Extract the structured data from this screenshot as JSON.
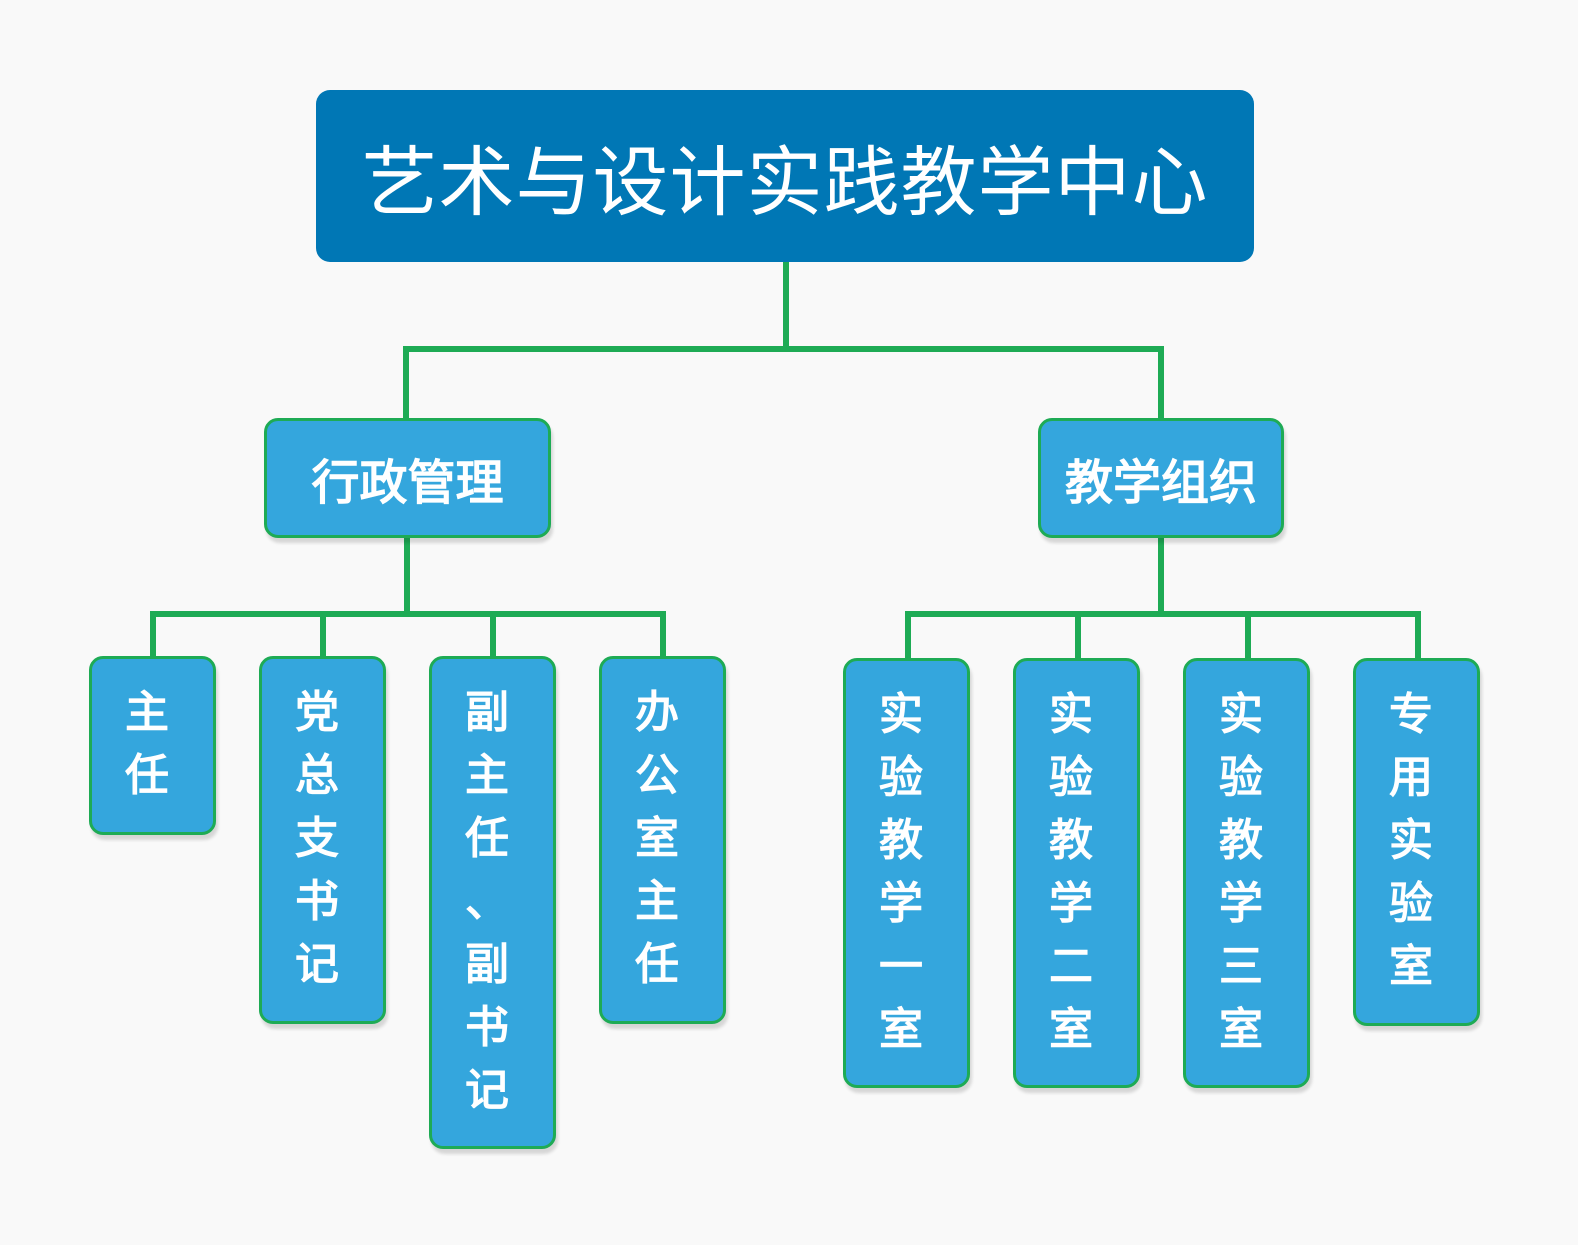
{
  "root": {
    "label": "艺术与设计实践教学中心"
  },
  "branches": [
    {
      "label": "行政管理",
      "children": [
        "主任",
        "党总支书记",
        "副主任、副书记",
        "办公室主任"
      ]
    },
    {
      "label": "教学组织",
      "children": [
        "实验教学一室",
        "实验教学二室",
        "实验教学三室",
        "专用实验室"
      ]
    }
  ],
  "colors": {
    "root_fill": "#0077b5",
    "node_fill": "#34a6dd",
    "connector": "#1eab55",
    "text": "#ffffff",
    "background": "#f9f9f9"
  }
}
